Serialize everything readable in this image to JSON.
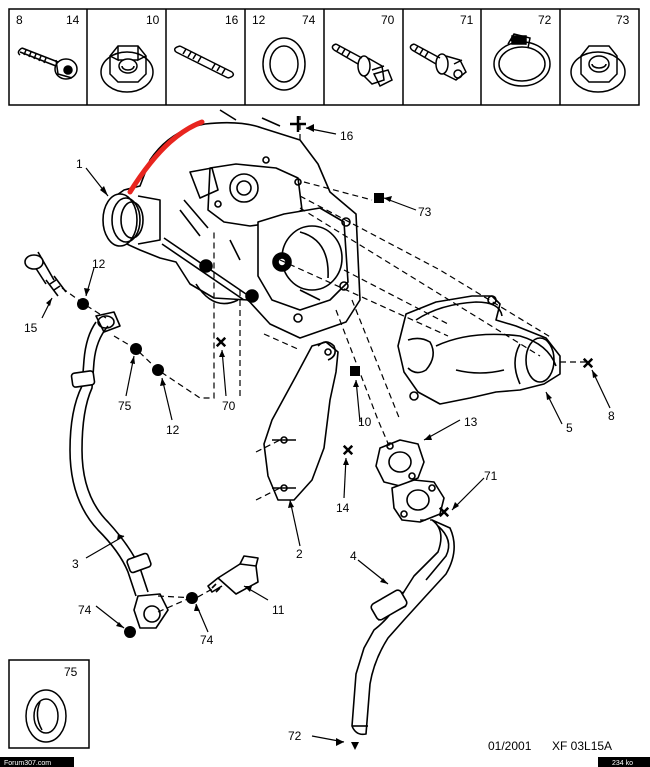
{
  "header_parts": [
    {
      "left": "8",
      "right": "14",
      "icon": "bolt-icon"
    },
    {
      "left": "",
      "right": "10",
      "icon": "flange-nut-icon"
    },
    {
      "left": "",
      "right": "16",
      "icon": "stud-icon"
    },
    {
      "left": "12",
      "right": "74",
      "icon": "washer-icon"
    },
    {
      "left": "",
      "right": "70",
      "icon": "shoulder-bolt-icon"
    },
    {
      "left": "",
      "right": "71",
      "icon": "shoulder-bolt-icon"
    },
    {
      "left": "",
      "right": "72",
      "icon": "hose-clamp-icon"
    },
    {
      "left": "",
      "right": "73",
      "icon": "flange-nut-icon"
    }
  ],
  "callouts": {
    "c1": "1",
    "c16": "16",
    "c73": "73",
    "c12a": "12",
    "c15": "15",
    "c75": "75",
    "c12b": "12",
    "c70": "70",
    "c10": "10",
    "c13": "13",
    "c5": "5",
    "c8": "8",
    "c71": "71",
    "c14": "14",
    "c3": "3",
    "c2": "2",
    "c4": "4",
    "c11": "11",
    "c74a": "74",
    "c74b": "74",
    "c72": "72"
  },
  "inset_label": "75",
  "footer": {
    "date": "01/2001",
    "ref": "XF 03L15A",
    "source": "Forum307.com",
    "size": "234 ko"
  },
  "colors": {
    "highlight": "#e8251f",
    "ink": "#000000"
  }
}
